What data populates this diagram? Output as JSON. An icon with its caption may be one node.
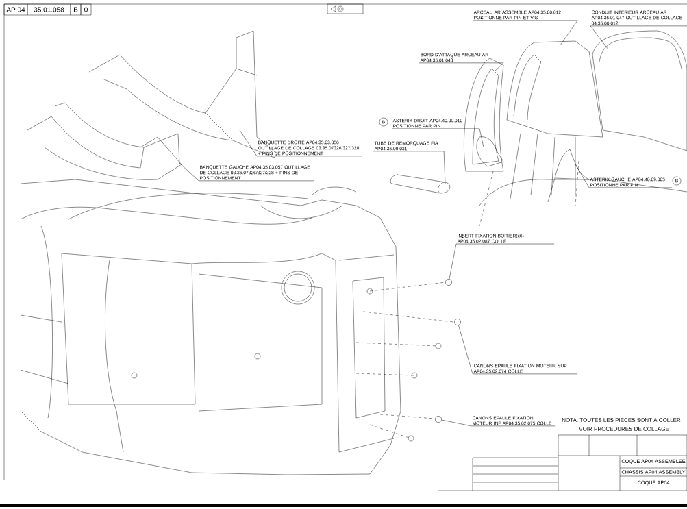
{
  "diagram": {
    "nodes": [
      {
        "text": [
          "ARCEAU AR ASSEMBLE AP04.35.00.012 POSITIONNE PAR PIN ET VIS"
        ]
      },
      {
        "text": [
          "CONDUIT INTERIEUR ARCEAU AR AP04.35.01.047 OUTILLAGE DE COLLAGE 04.35.00.012"
        ]
      },
      {
        "text": [
          "BORD D'ATTAQUE ARCEAU AR AP04.35.01.048"
        ]
      },
      {
        "text": [
          "ASTERIX DROIT AP04.40.09.010 POSITIONNE PAR PIN"
        ],
        "beside": [
          "B"
        ]
      },
      {
        "text": [
          "TUBE DE REMORQUAGE FIA AP04.35.09.031"
        ]
      },
      {
        "text": [
          "ASTERIX GAUCHE AP04.40.09.005 POSITIONNE PAR PIN"
        ],
        "beside": [
          "B"
        ]
      },
      {
        "text": [
          "BANQUETTE DROITE AP04.35.03.056 OUTILLAGE DE COLLAGE 03.35.07326/327/328 + PINS DE POSITIONNEMENT"
        ]
      },
      {
        "text": [
          "BANQUETTE GAUCHE AP04.35.03.057 OUTILLAGE DE COLLAGE 03.35.07326/327/328 + PINS DE POSITIONNEMENT"
        ]
      },
      {
        "text": [
          "INSERT FIXATION BOITIER(x6) AP04.35.02.087 COLLE"
        ]
      },
      {
        "text": [
          "CANONS EPAULE FIXATION MOTEUR SUP AP04.35.02.074 COLLE"
        ]
      },
      {
        "text": [
          "CANONS EPAULE FIXATION MOTEUR INF AP04.35.02.075 COLLE"
        ]
      },
      {
        "text": [],
        "shape": "circle"
      },
      {
        "text": [],
        "shape": "circle"
      },
      {
        "text": [],
        "shape": "circle"
      }
    ],
    "edges": [
      {
        "from": 0,
        "to": null,
        "arrow": "none"
      },
      {
        "from": 1,
        "to": null,
        "arrow": "none"
      },
      {
        "from": 2,
        "to": null,
        "arrow": "none"
      },
      {
        "from": 3,
        "to": null,
        "arrow": "none"
      },
      {
        "from": 4,
        "to": null,
        "arrow": "none"
      },
      {
        "from": 5,
        "to": null,
        "arrow": "none"
      },
      {
        "from": 6,
        "to": null,
        "arrow": "none"
      },
      {
        "from": 7,
        "to": null,
        "arrow": "none"
      },
      {
        "from": 8,
        "to": 11,
        "arrow": "none"
      },
      {
        "from": 9,
        "to": 12,
        "arrow": "none"
      },
      {
        "from": 10,
        "to": 13,
        "arrow": "none"
      }
    ],
    "labels": [
      "AP 04",
      "35.01.058",
      "B",
      "0",
      "NOTA: TOUTES LES PIECES SONT A COLLER",
      "VOIR PROCEDURES DE COLLAGE",
      "COQUE AP04 ASSEMBLEE",
      "CHASSIS AP04 ASSEMBLY",
      "COQUE AP04"
    ]
  }
}
